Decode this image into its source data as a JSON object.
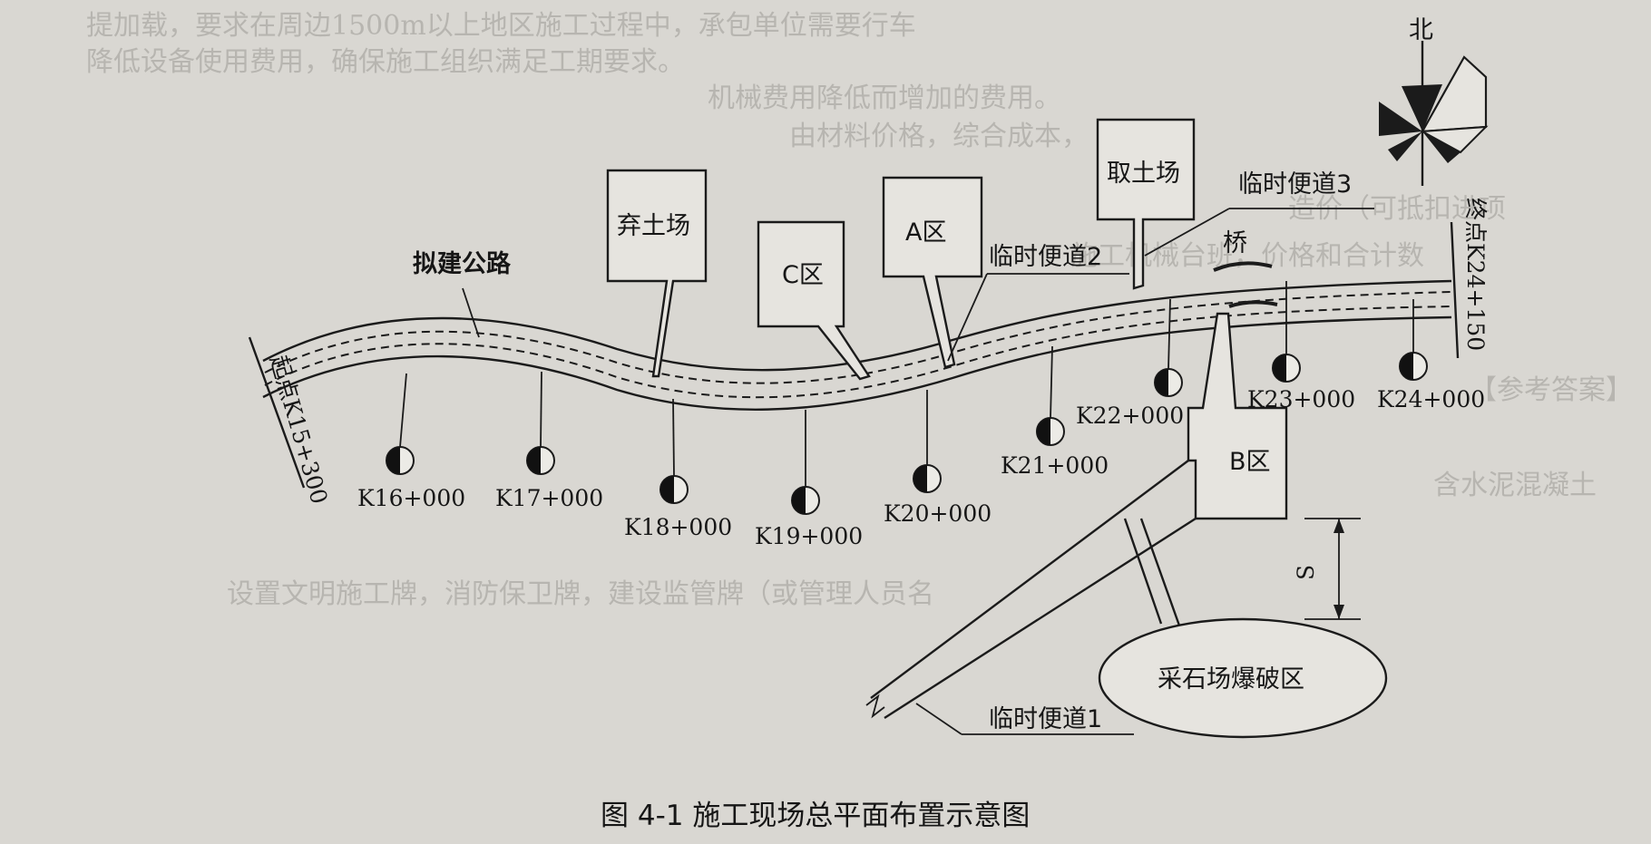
{
  "diagram": {
    "caption": "图 4-1   施工现场总平面布置示意图",
    "road_label": "拟建公路",
    "start_label": "起点K15+300",
    "end_label": "终点K24+150",
    "north_label": "北",
    "areas": {
      "spoil": "弃土场",
      "c_zone": "C区",
      "a_zone": "A区",
      "borrow": "取土场",
      "b_zone": "B区",
      "quarry": "采石场爆破区"
    },
    "roads": {
      "temp1": "临时便道1",
      "temp2": "临时便道2",
      "temp3": "临时便道3"
    },
    "bridge": "桥",
    "distance": "S",
    "stations": [
      "K16+000",
      "K17+000",
      "K18+000",
      "K19+000",
      "K20+000",
      "K21+000",
      "K22+000",
      "K23+000",
      "K24+000"
    ]
  },
  "background_text": [
    "提加载，要求在周边1500m以上地区施工过程中，承包单位需要行车",
    "降低设备使用费用，确保施工组织满足工期要求。",
    "机械费用降低而增加的费用。",
    "由材料价格，综合成本，",
    "造价（可抵扣进项",
    "施工机械台班，价格和合计数",
    "【参考答案】",
    "含水泥混凝土",
    "设置文明施工牌，消防保卫牌，建设监管牌（或管理人员名"
  ]
}
